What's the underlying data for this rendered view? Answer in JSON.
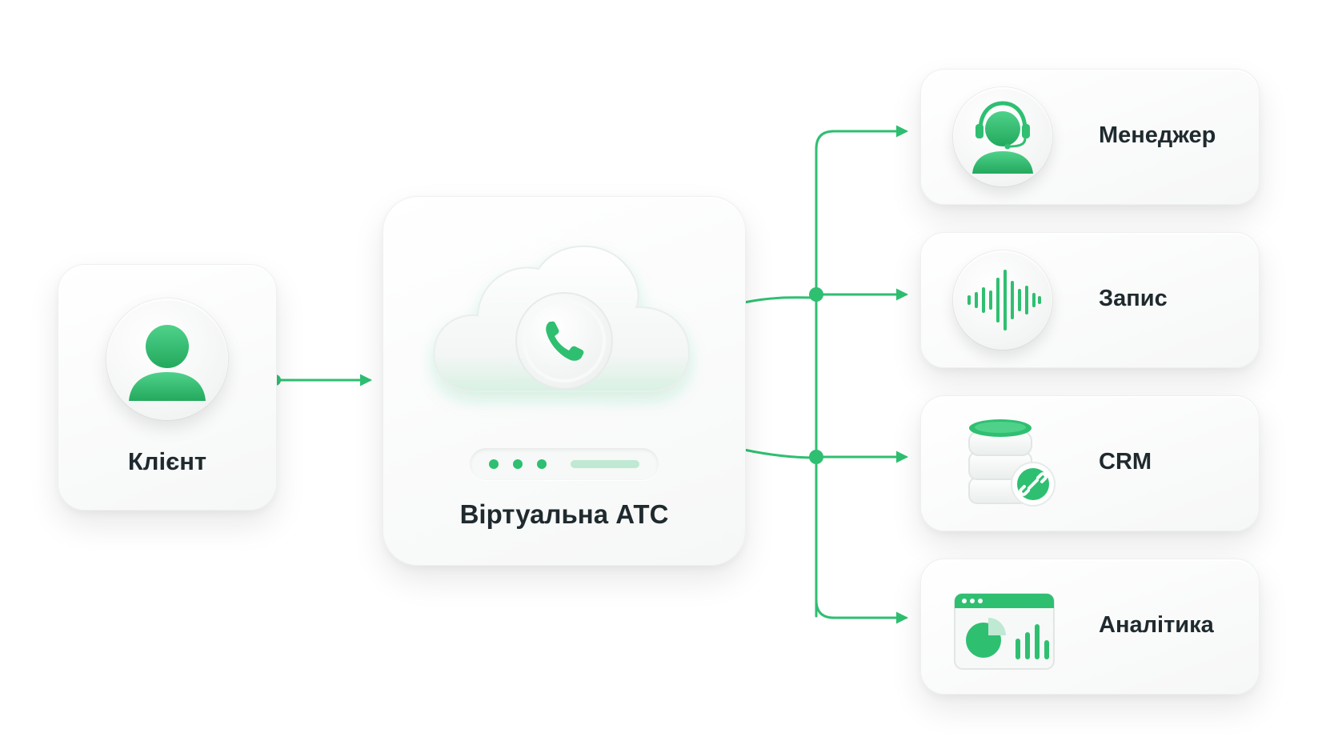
{
  "nodes": {
    "client": {
      "label": "Клієнт",
      "icon": "user-icon"
    },
    "pbx": {
      "label": "Віртуальна АТС",
      "icon": "cloud-phone-icon"
    },
    "manager": {
      "label": "Менеджер",
      "icon": "headset-operator-icon"
    },
    "record": {
      "label": "Запис",
      "icon": "sound-wave-icon"
    },
    "crm": {
      "label": "CRM",
      "icon": "database-link-icon"
    },
    "analytics": {
      "label": "Аналітика",
      "icon": "dashboard-chart-icon"
    }
  },
  "colors": {
    "accent": "#2fbf71",
    "accent_light": "#bfe9d2",
    "text": "#1f2a2e",
    "card": "#f7f8f8"
  }
}
